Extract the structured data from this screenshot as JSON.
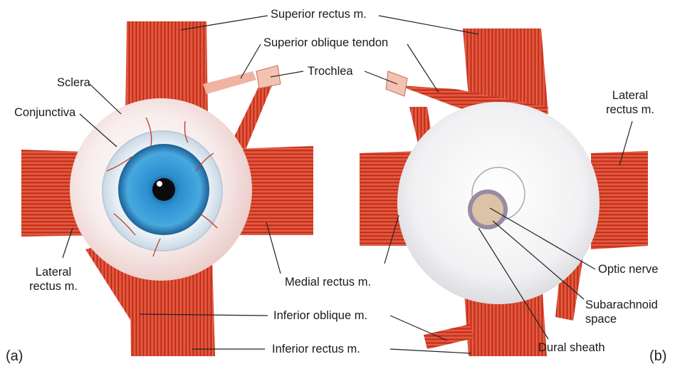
{
  "panels": [
    {
      "id": "a",
      "label": "(a)"
    },
    {
      "id": "b",
      "label": "(b)"
    }
  ],
  "labels": {
    "superior_rectus": "Superior rectus m.",
    "superior_oblique_tendon": "Superior oblique tendon",
    "trochlea": "Trochlea",
    "sclera": "Sclera",
    "conjunctiva": "Conjunctiva",
    "lateral_rectus_a_line1": "Lateral",
    "lateral_rectus_a_line2": "rectus m.",
    "medial_rectus": "Medial rectus m.",
    "inferior_oblique": "Inferior oblique m.",
    "inferior_rectus": "Inferior rectus m.",
    "lateral_rectus_b_line1": "Lateral",
    "lateral_rectus_b_line2": "rectus m.",
    "optic_nerve": "Optic nerve",
    "subarachnoid_line1": "Subarachnoid",
    "subarachnoid_line2": "space",
    "dural_sheath": "Dural sheath"
  },
  "colors": {
    "muscle": "#d8442c",
    "muscle_dark": "#b52a18",
    "muscle_light": "#f07a5e",
    "sclera": "#f6eeee",
    "iris": "#2b8fd0",
    "pupil": "#0b0b0b",
    "leader_line": "#222222"
  }
}
